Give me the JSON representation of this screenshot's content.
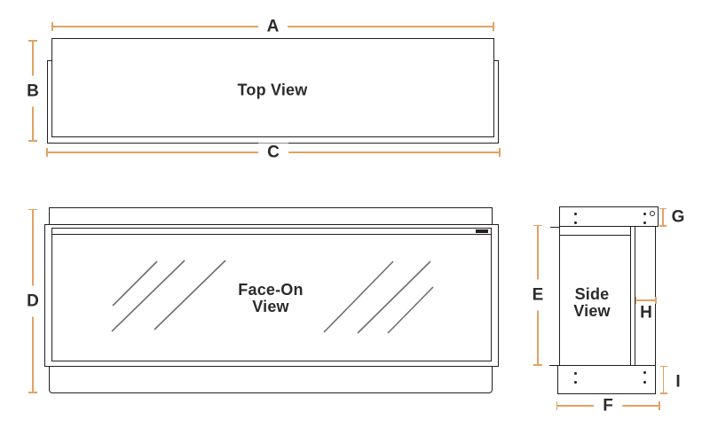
{
  "colors": {
    "background": "#ffffff",
    "ink": "#231f20",
    "dimension": "#e2a263",
    "glass_reflection": "#6f6f6f",
    "text": "#2b2b2b"
  },
  "views": {
    "top_view": {
      "label": "Top View"
    },
    "face_on_view": {
      "line1": "Face-On",
      "line2": "View"
    },
    "side_view": {
      "line1": "Side",
      "line2": "View"
    }
  },
  "dimensions": {
    "A": "A",
    "B": "B",
    "C": "C",
    "D": "D",
    "E": "E",
    "F": "F",
    "G": "G",
    "H": "H",
    "I": "I"
  }
}
